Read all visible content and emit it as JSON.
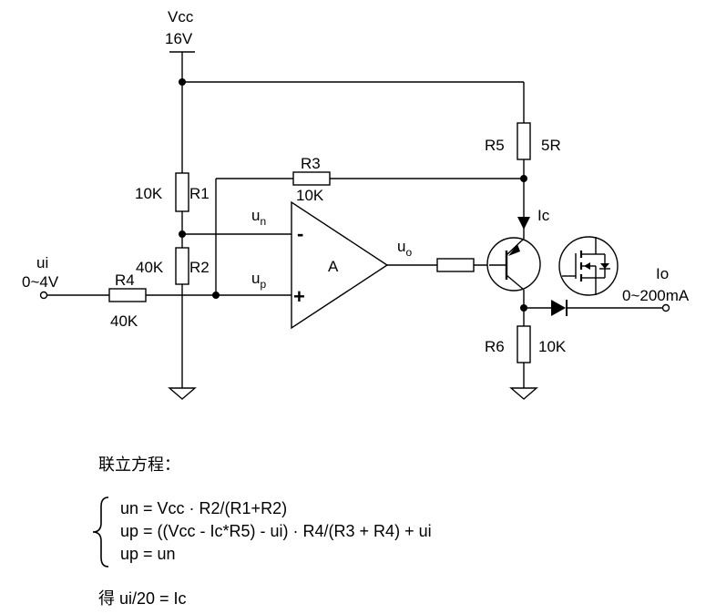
{
  "supply": {
    "name": "Vcc",
    "value": "16V"
  },
  "input": {
    "name": "ui",
    "range": "0~4V"
  },
  "output": {
    "name": "Io",
    "range": "0~200mA"
  },
  "resistors": {
    "r1": {
      "ref": "R1",
      "value": "10K"
    },
    "r2": {
      "ref": "R2",
      "value": "40K"
    },
    "r3": {
      "ref": "R3",
      "value": "10K"
    },
    "r4": {
      "ref": "R4",
      "value": "40K"
    },
    "r5": {
      "ref": "R5",
      "value": "5R"
    },
    "r6": {
      "ref": "R6",
      "value": "10K"
    }
  },
  "opamp": {
    "name": "A",
    "inverting": {
      "sign": "-",
      "node": "u",
      "sub": "n"
    },
    "noninverting": {
      "sign": "+",
      "node": "u",
      "sub": "p"
    },
    "output": {
      "node": "u",
      "sub": "o"
    }
  },
  "collector_current": "Ic",
  "equations": {
    "heading": "联立方程：",
    "lines": [
      "un = Vcc · R2/(R1+R2)",
      "up = ((Vcc - Ic*R5) - ui) · R4/(R3 + R4) + ui",
      "up = un"
    ],
    "result": "得 ui/20 = Ic"
  }
}
